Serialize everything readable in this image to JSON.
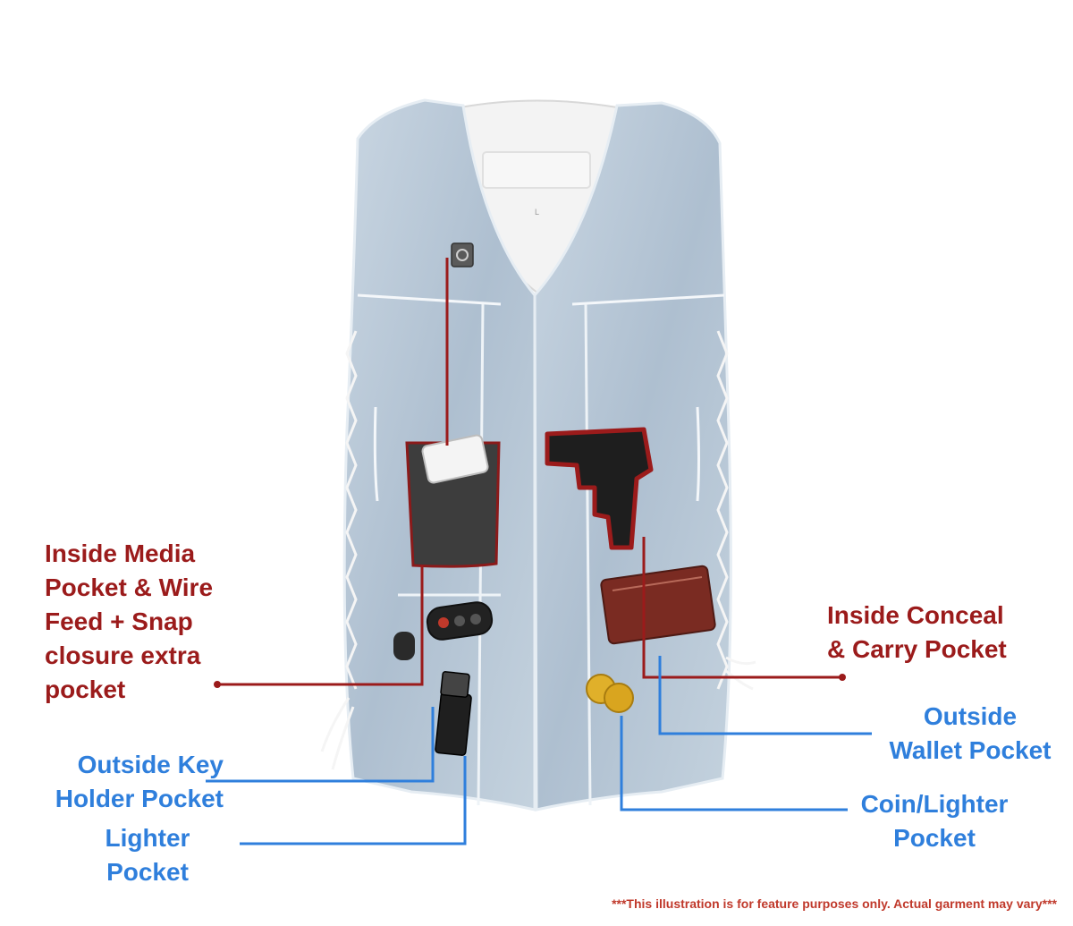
{
  "colors": {
    "label_red": "#9b1b1b",
    "label_blue": "#2f7fdc",
    "vest_base": "#b5c7d6",
    "vest_light": "#e2eaf1",
    "lining": "#f2f2f2"
  },
  "labels": {
    "media_pocket": [
      "Inside Media",
      "Pocket & Wire",
      "Feed + Snap",
      "closure extra",
      "pocket"
    ],
    "conceal_pocket": [
      "Inside Conceal",
      "& Carry Pocket"
    ],
    "wallet_pocket": [
      "Outside",
      "Wallet Pocket"
    ],
    "key_pocket": [
      "Outside Key",
      "Holder Pocket"
    ],
    "lighter_pocket": [
      "Lighter",
      "Pocket"
    ],
    "coin_pocket": [
      "Coin/Lighter",
      "Pocket"
    ]
  },
  "disclaimer": "***This illustration is for feature purposes only.  Actual garment may vary***",
  "size_tag": "L"
}
